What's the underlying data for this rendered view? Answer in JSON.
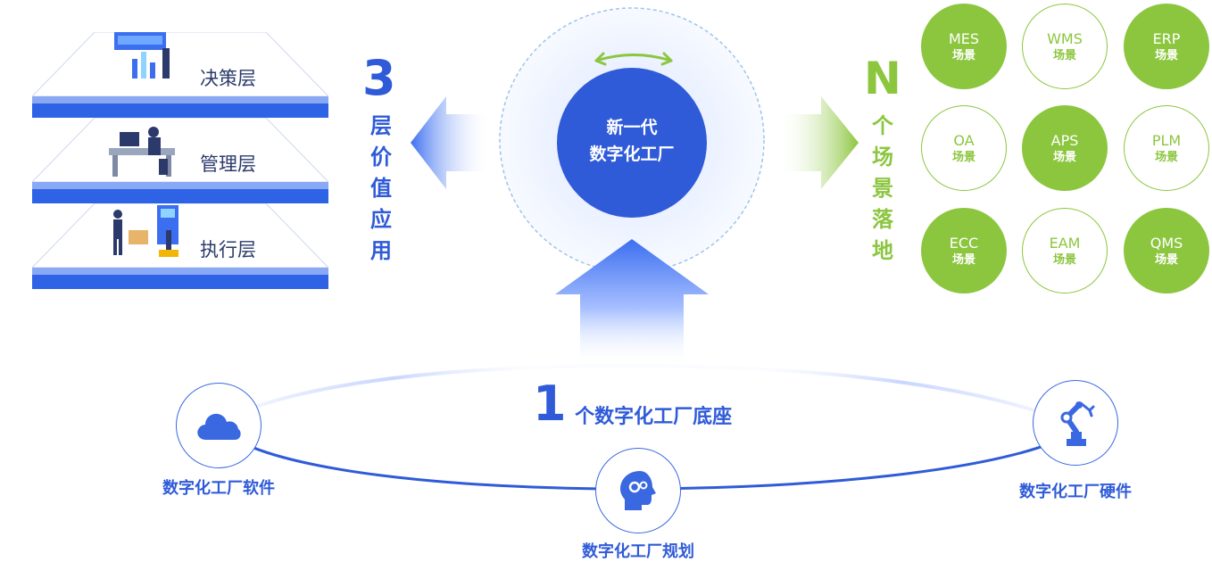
{
  "layers": [
    {
      "label": "决策层"
    },
    {
      "label": "管理层"
    },
    {
      "label": "执行层"
    }
  ],
  "value": {
    "number": "3",
    "chars": [
      "层",
      "价",
      "值",
      "应",
      "用"
    ]
  },
  "center": {
    "line1": "新一代",
    "line2": "数字化工厂"
  },
  "scenarios_heading": {
    "letter": "N",
    "chars": [
      "个",
      "场",
      "景",
      "落",
      "地"
    ]
  },
  "scenarios": [
    {
      "name": "MES",
      "sub": "场景",
      "style": "filled"
    },
    {
      "name": "WMS",
      "sub": "场景",
      "style": "outline"
    },
    {
      "name": "ERP",
      "sub": "场景",
      "style": "filled"
    },
    {
      "name": "OA",
      "sub": "场景",
      "style": "outline"
    },
    {
      "name": "APS",
      "sub": "场景",
      "style": "filled"
    },
    {
      "name": "PLM",
      "sub": "场景",
      "style": "outline"
    },
    {
      "name": "ECC",
      "sub": "场景",
      "style": "filled"
    },
    {
      "name": "EAM",
      "sub": "场景",
      "style": "outline"
    },
    {
      "name": "QMS",
      "sub": "场景",
      "style": "filled"
    }
  ],
  "base": {
    "number": "1",
    "text": "个数字化工厂底座"
  },
  "nodes": [
    {
      "label": "数字化工厂软件",
      "icon": "cloud-icon"
    },
    {
      "label": "数字化工厂规划",
      "icon": "head-gear-icon"
    },
    {
      "label": "数字化工厂硬件",
      "icon": "robot-arm-icon"
    }
  ],
  "colors": {
    "blue": "#2f5bd8",
    "green": "#8cc63f",
    "platform": "#2f63e6"
  }
}
